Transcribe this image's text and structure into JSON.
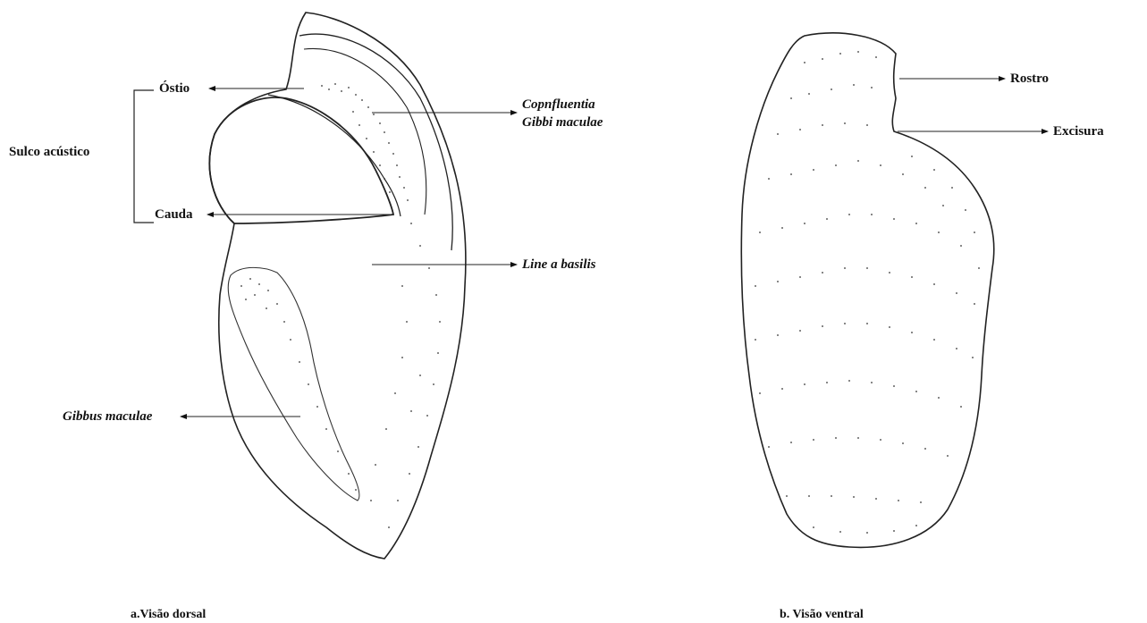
{
  "labels": {
    "sulco_acustico": "Sulco acústico",
    "ostio": "Óstio",
    "cauda": "Cauda",
    "confluentia_line1": "Copnfluentia",
    "confluentia_line2": "Gibbi maculae",
    "linea_basilis": "Line a basilis",
    "gibbus_maculae": "Gibbus maculae",
    "rostro": "Rostro",
    "excisura": "Excisura"
  },
  "captions": {
    "a": "a.Visão dorsal",
    "b": "b. Visão ventral"
  },
  "colors": {
    "ink": "#111111",
    "background": "#ffffff"
  }
}
